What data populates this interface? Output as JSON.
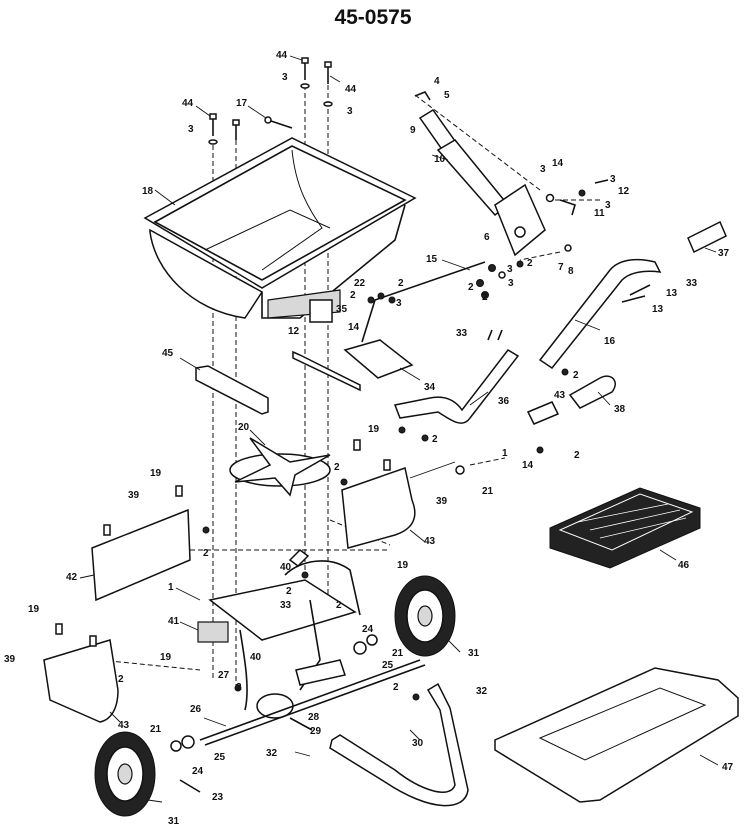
{
  "title": "45-0575",
  "part_numbers": [
    "1",
    "2",
    "3",
    "4",
    "5",
    "6",
    "7",
    "8",
    "9",
    "10",
    "11",
    "12",
    "13",
    "14",
    "15",
    "16",
    "17",
    "18",
    "19",
    "20",
    "21",
    "22",
    "23",
    "24",
    "25",
    "26",
    "27",
    "28",
    "29",
    "30",
    "31",
    "32",
    "33",
    "34",
    "35",
    "36",
    "37",
    "38",
    "39",
    "40",
    "41",
    "42",
    "43",
    "44",
    "45",
    "46",
    "47"
  ]
}
